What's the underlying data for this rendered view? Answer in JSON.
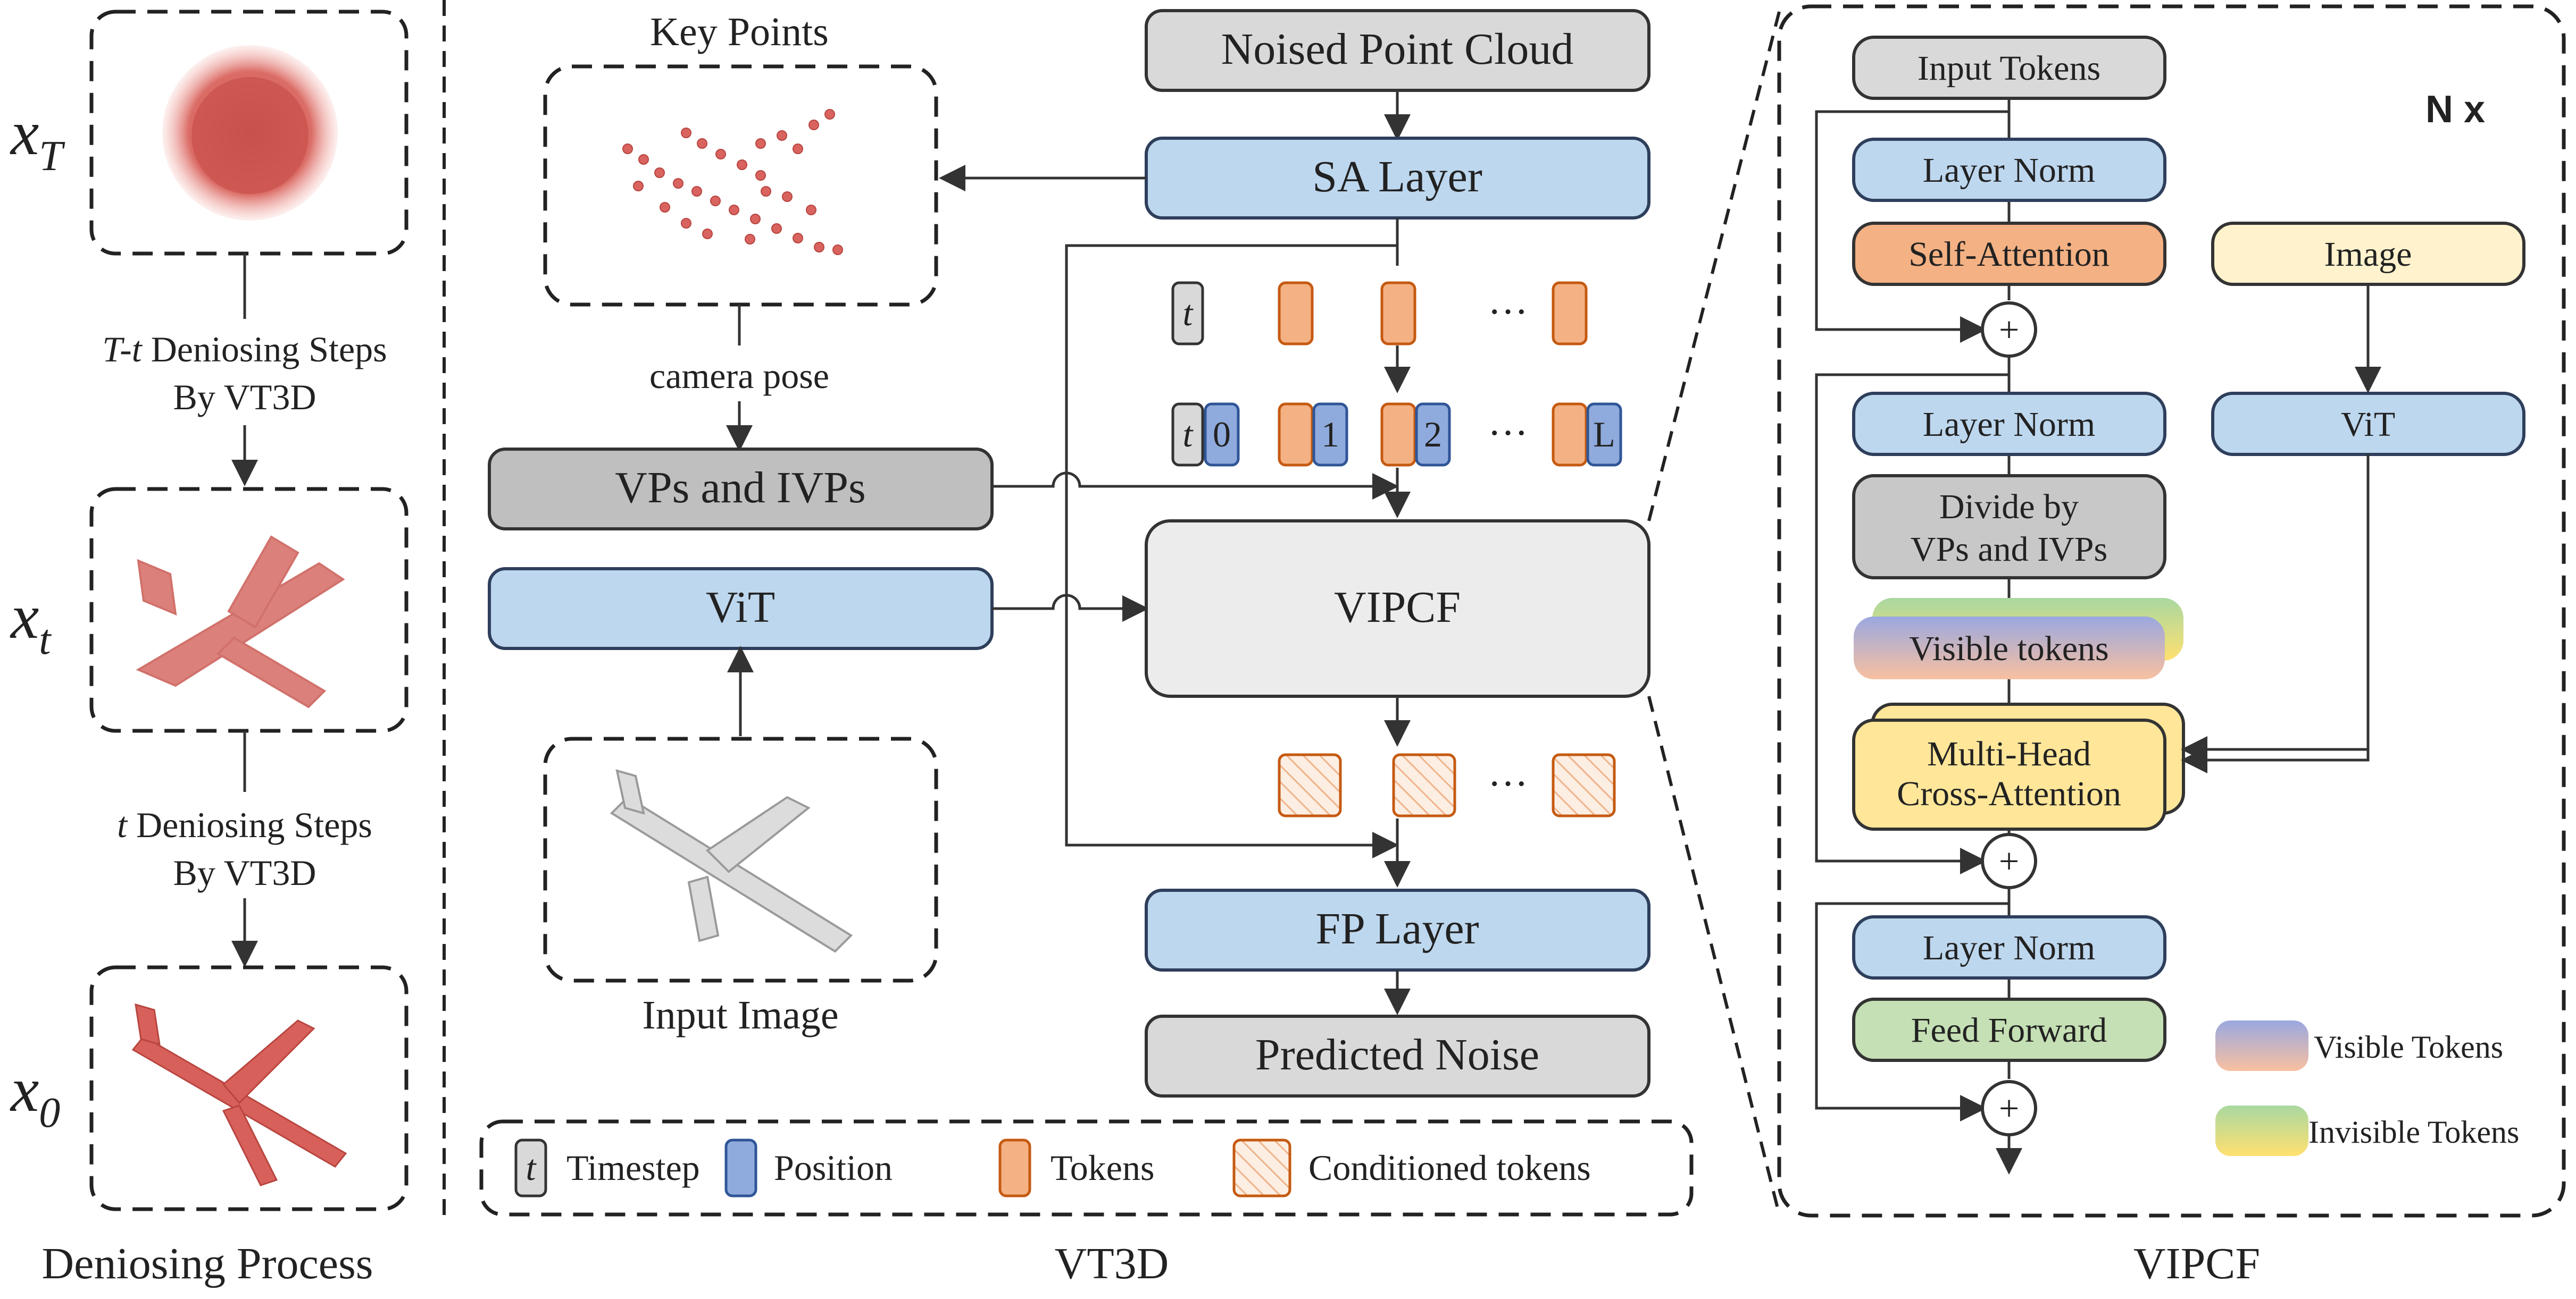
{
  "left_panel": {
    "title": "Deniosing Process",
    "x_T_label": "x",
    "x_T_sub": "T",
    "x_t_label": "x",
    "x_t_sub": "t",
    "x_0_label": "x",
    "x_0_sub": "0",
    "step1_line1_prefix": "T-t",
    "step1_line1_rest": " Deniosing Steps",
    "step1_line2": "By VT3D",
    "step2_line1_prefix": "t",
    "step2_line1_rest": " Deniosing Steps",
    "step2_line2": "By VT3D"
  },
  "middle_panel": {
    "title": "VT3D",
    "key_points_label": "Key Points",
    "camera_pose_label": "camera pose",
    "vps_ivps_label": "VPs and IVPs",
    "vit_label": "ViT",
    "input_image_label": "Input Image",
    "noised_point_cloud_label": "Noised Point Cloud",
    "sa_layer_label": "SA Layer",
    "vipcf_label": "VIPCF",
    "fp_layer_label": "FP Layer",
    "predicted_noise_label": "Predicted Noise",
    "timestep_token": "t",
    "ellipsis": "···",
    "position_labels": [
      "0",
      "1",
      "2",
      "L"
    ],
    "legend": {
      "timestep_symbol": "t",
      "timestep": "Timestep",
      "position": "Position",
      "tokens": "Tokens",
      "conditioned_tokens": "Conditioned tokens"
    }
  },
  "right_panel": {
    "title": "VIPCF",
    "repeat_label": "N x",
    "input_tokens_label": "Input Tokens",
    "layer_norm_label": "Layer Norm",
    "self_attention_label": "Self-Attention",
    "image_label": "Image",
    "vit_label": "ViT",
    "divide_line1": "Divide by",
    "divide_line2": "VPs and IVPs",
    "visible_tokens_label": "Visible tokens",
    "cross_attention_line1": "Multi-Head",
    "cross_attention_line2": "Cross-Attention",
    "feed_forward_label": "Feed Forward",
    "plus_symbol": "+",
    "legend_visible": "Visible Tokens",
    "legend_invisible": "Invisible Tokens"
  },
  "colors": {
    "blue_fill": "#bdd7ee",
    "blue_stroke": "#2e3f5c",
    "gray_fill": "#d9d9d9",
    "gray_box_fill": "#c8c8c8",
    "orange_fill": "#f4b183",
    "orange_stroke": "#c55a11",
    "pos_fill": "#8faadc",
    "pos_stroke": "#2f5597",
    "yellow_fill": "#ffe699",
    "cream_fill": "#fff2cc",
    "green_fill": "#c5e0b4",
    "point_red": "#d9645f"
  }
}
